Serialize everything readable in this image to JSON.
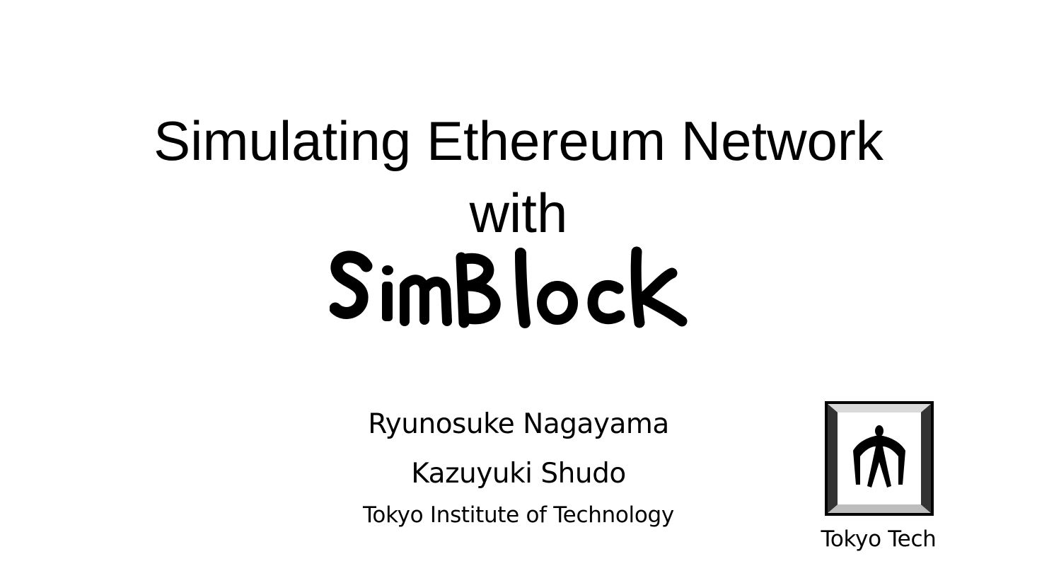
{
  "slide": {
    "title_line_1": "Simulating Ethereum Network",
    "title_line_2": "with",
    "logo_text": "SimBlock",
    "authors": [
      "Ryunosuke Nagayama",
      "Kazuyuki Shudo"
    ],
    "affiliation": "Tokyo Institute of Technology",
    "emblem_caption": "Tokyo Tech"
  },
  "colors": {
    "text": "#000000",
    "background": "#ffffff"
  },
  "icons": {
    "logo": "simblock-brush-logo",
    "emblem": "tokyo-tech-swallow-emblem"
  }
}
